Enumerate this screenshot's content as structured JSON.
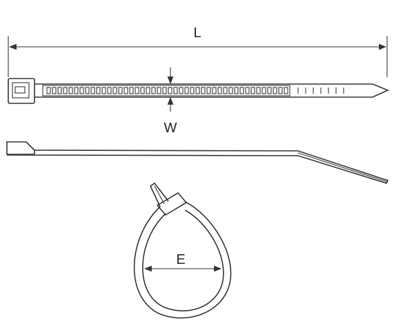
{
  "labels": {
    "length": "L",
    "width": "W",
    "diameter": "E"
  },
  "parts": {
    "tie_top_view": "cable-tie-top-view",
    "tie_side_view": "cable-tie-side-view",
    "tie_loop_view": "cable-tie-loop-view"
  },
  "colors": {
    "line": "#333333",
    "background": "#ffffff"
  }
}
